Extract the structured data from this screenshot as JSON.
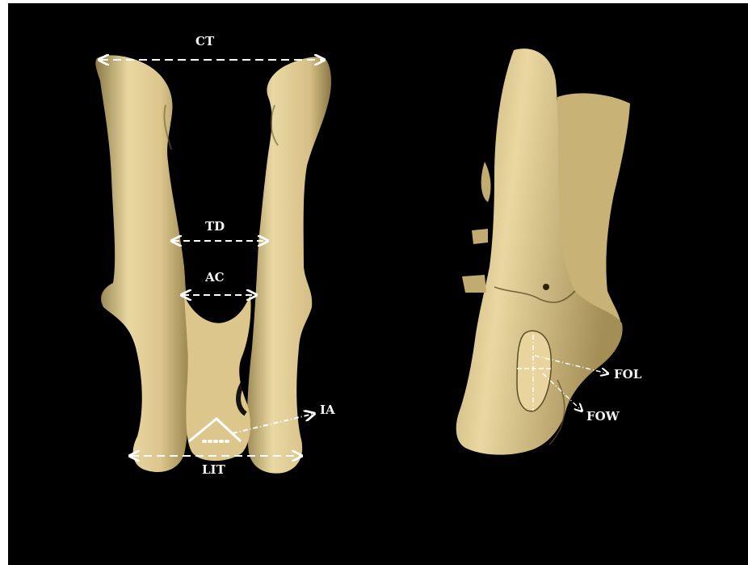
{
  "figure": {
    "colors": {
      "background": "#000000",
      "bone": "#e6d29a",
      "bone_shadow": "#8c7a48",
      "annotation": "#ffffff"
    },
    "labels": {
      "ct": "CT",
      "td": "TD",
      "ac": "AC",
      "ia": "IA",
      "lit": "LIT",
      "fol": "FOL",
      "fow": "FOW"
    }
  }
}
